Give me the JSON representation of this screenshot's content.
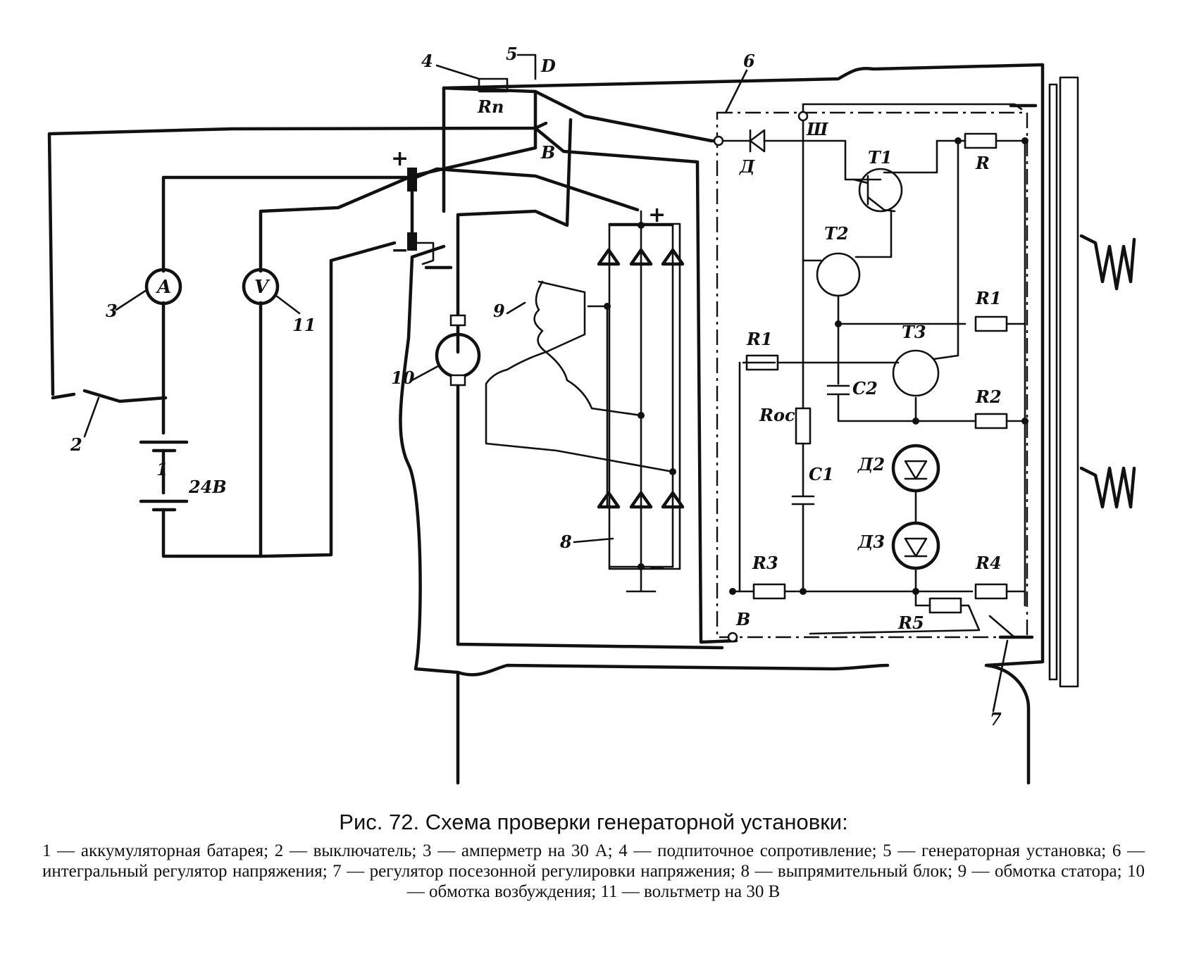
{
  "figure": {
    "caption": "Рис. 72. Схема проверки генераторной установки:",
    "legend": "1 — аккумуляторная батарея; 2 — выключатель; 3 — амперметр на 30 А; 4 — подпиточное сопротивление; 5 — генераторная установка; 6 — интегральный регулятор напряжения; 7 — регулятор посезонной регулировки напряжения; 8 — выпрямительный блок; 9 — обмотка статора; 10 — обмотка возбуждения; 11 — вольтметр на 30 В"
  },
  "labels": {
    "n1": "1",
    "n2": "2",
    "n3": "3",
    "n4": "4",
    "n5": "5",
    "n6": "6",
    "n7": "7",
    "n8": "8",
    "n9": "9",
    "n10": "10",
    "n11": "11",
    "battery_voltage": "24В",
    "ammeter": "A",
    "voltmeter": "V",
    "rp": "Rп",
    "term_d": "D",
    "term_b": "В",
    "term_sh": "Ш",
    "term_b2": "В",
    "diode_d": "Д",
    "t1": "T1",
    "t2": "T2",
    "t3": "T3",
    "r": "R",
    "r1a": "R1",
    "r1b": "R1",
    "r2": "R2",
    "r3": "R3",
    "r4": "R4",
    "r5": "R5",
    "roc": "Rос",
    "c1": "C1",
    "c2": "C2",
    "d2": "Д2",
    "d3": "Д3",
    "plus_batt": "+",
    "minus_batt": "−",
    "plus_rect": "+",
    "minus_rect": "−"
  }
}
